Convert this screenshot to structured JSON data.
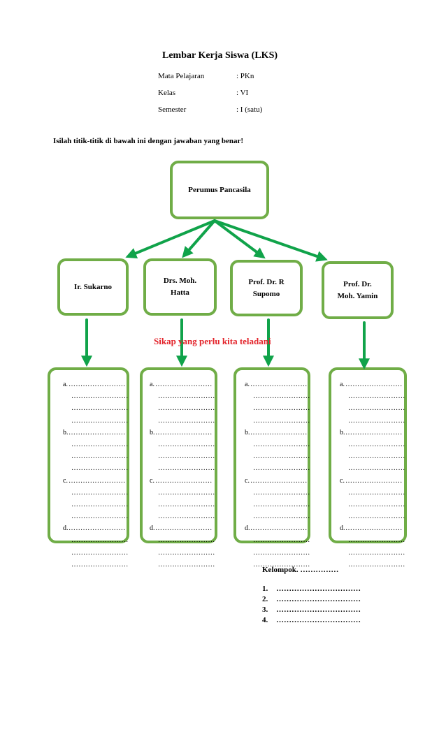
{
  "header": {
    "title": "Lembar Kerja Siswa (LKS)",
    "meta": [
      {
        "label": "Mata Pelajaran",
        "value": ": PKn"
      },
      {
        "label": "Kelas",
        "value": ": VI"
      },
      {
        "label": "Semester",
        "value": ": I (satu)"
      }
    ]
  },
  "instruction": "Isilah titik-titik  di bawah  ini dengan jawaban  yang benar!",
  "root_box": "Perumus Pancasila",
  "figures": [
    {
      "line1": "Ir. Sukarno",
      "line2": ""
    },
    {
      "line1": "Drs. Moh.",
      "line2": "Hatta"
    },
    {
      "line1": "Prof. Dr. R",
      "line2": "Supomo"
    },
    {
      "line1": "Prof. Dr.",
      "line2": "Moh. Yamin"
    }
  ],
  "subtitle": "Sikap yang perlu kita teladani",
  "answer_items": [
    "a.",
    "b.",
    "c.",
    "d."
  ],
  "dots": "……………………",
  "group": {
    "title": "Kelompok. ……………",
    "members": [
      "1.",
      "2.",
      "3.",
      "4."
    ],
    "member_dots": "……………………………"
  },
  "colors": {
    "box_border": "#70ad47",
    "arrow": "#10a34a",
    "subtitle": "#e3242b"
  }
}
